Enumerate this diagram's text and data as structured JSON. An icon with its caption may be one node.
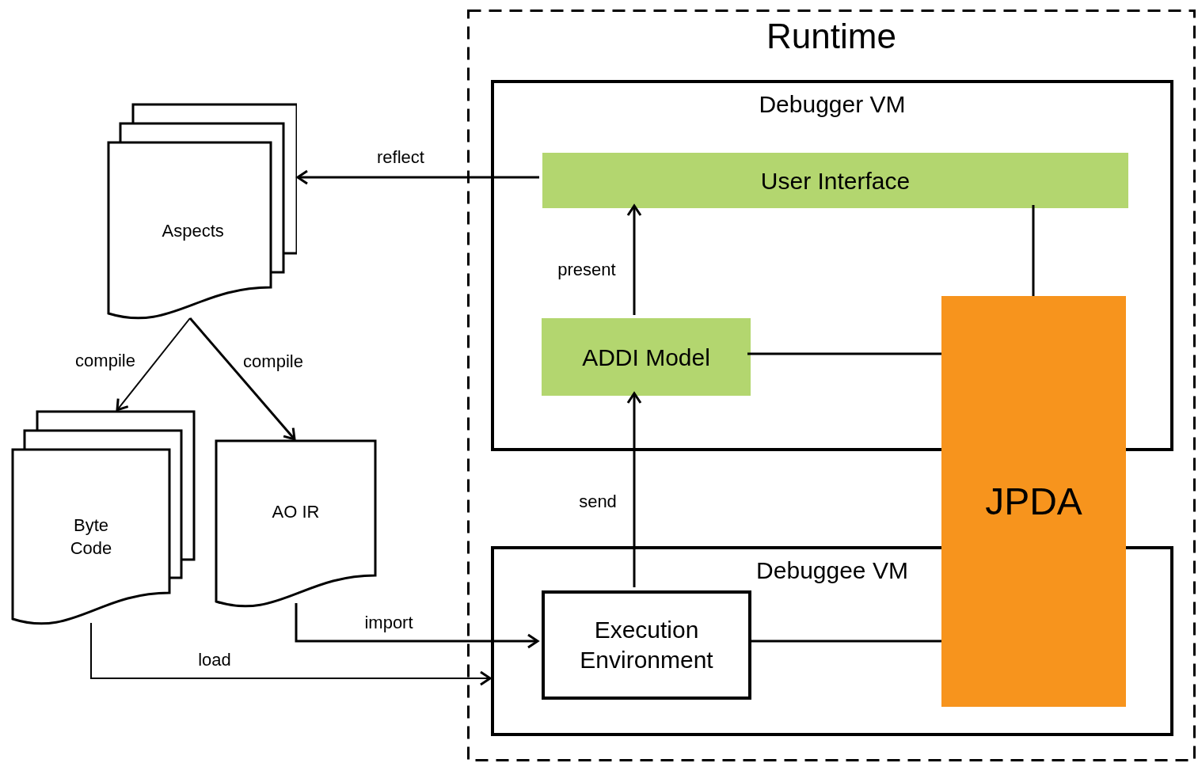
{
  "diagram": {
    "nodes": [
      {
        "text": [
          "Runtime"
        ]
      },
      {
        "text": [
          "Debugger VM"
        ],
        "in": 0
      },
      {
        "text": [
          "User Interface"
        ],
        "in": 1
      },
      {
        "text": [
          "ADDI Model"
        ],
        "in": 1
      },
      {
        "text": [
          "Debuggee VM"
        ],
        "in": 0
      },
      {
        "text": [
          "Execution Environment"
        ],
        "in": 4
      },
      {
        "text": [
          "JPDA"
        ],
        "in": 0
      },
      {
        "text": [
          "Aspects"
        ]
      },
      {
        "text": [
          "Byte Code"
        ]
      },
      {
        "text": [
          "AO IR"
        ]
      }
    ],
    "edges": [
      {
        "from": 2,
        "to": 7,
        "arrow": "to",
        "label": "reflect"
      },
      {
        "from": 3,
        "to": 2,
        "arrow": "to",
        "label": "present"
      },
      {
        "from": 5,
        "to": 3,
        "arrow": "to",
        "label": "send"
      },
      {
        "from": 7,
        "to": 8,
        "arrow": "to",
        "label": "compile"
      },
      {
        "from": 7,
        "to": 9,
        "arrow": "to",
        "label": "compile"
      },
      {
        "from": 9,
        "to": 5,
        "arrow": "to",
        "label": "import"
      },
      {
        "from": 8,
        "to": 4,
        "arrow": "to",
        "label": "load"
      },
      {
        "from": 2,
        "to": 6,
        "arrow": "none"
      },
      {
        "from": 3,
        "to": 6,
        "arrow": "none"
      },
      {
        "from": 5,
        "to": 6,
        "arrow": "none"
      }
    ]
  }
}
